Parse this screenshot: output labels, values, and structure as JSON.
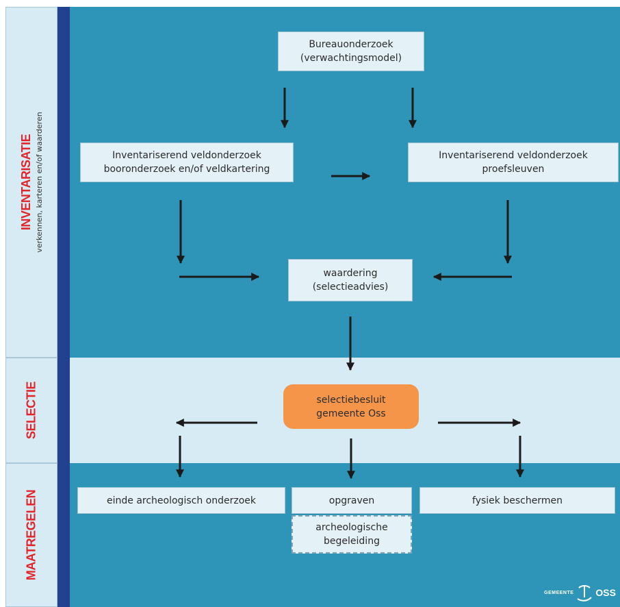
{
  "colors": {
    "band_blue": "#2e95b8",
    "band_light": "#d6ebf3",
    "bar_navy": "#22418f",
    "title_red": "#e3242b",
    "box_fill": "#e4f1f7",
    "decision_orange": "#f5954a",
    "arrow": "#1a1a1a"
  },
  "phases": {
    "inventarisatie": {
      "title": "INVENTARISATIE",
      "subtitle": "verkennen, karteren en/of waarderen"
    },
    "selectie": {
      "title": "SELECTIE"
    },
    "maatregelen": {
      "title": "MAATREGELEN"
    }
  },
  "nodes": {
    "bureauonderzoek": {
      "line1": "Bureauonderzoek",
      "line2": "(verwachtingsmodel)"
    },
    "veld_boor": {
      "line1": "Inventariserend veldonderzoek",
      "line2": "booronderzoek en/of veldkartering"
    },
    "veld_proef": {
      "line1": "Inventariserend veldonderzoek",
      "line2": "proefsleuven"
    },
    "waardering": {
      "line1": "waardering",
      "line2": "(selectieadvies)"
    },
    "selectiebesluit": {
      "line1": "selectiebesluit",
      "line2": "gemeente Oss"
    },
    "einde": {
      "line1": "einde archeologisch onderzoek"
    },
    "opgraven": {
      "line1": "opgraven"
    },
    "begeleiding": {
      "line1": "archeologische",
      "line2": "begeleiding"
    },
    "beschermen": {
      "line1": "fysiek beschermen"
    }
  },
  "logo": {
    "small": "GEMEENTE",
    "name": "OSS",
    "icon": "gemeente-oss-logo-icon"
  }
}
